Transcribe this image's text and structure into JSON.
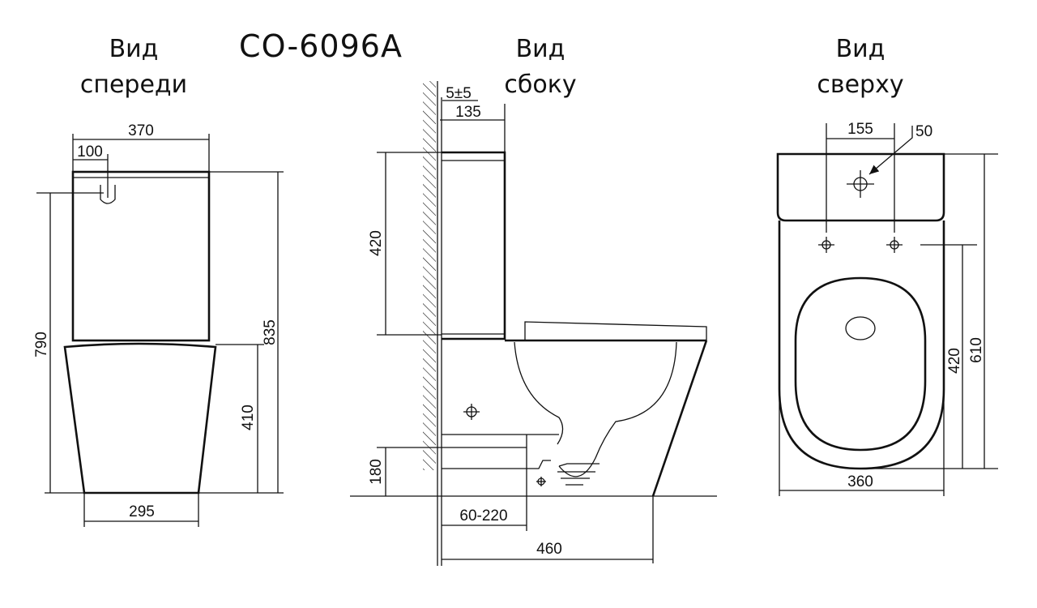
{
  "model": "CO-6096A",
  "views": {
    "front": {
      "title_line1": "Вид",
      "title_line2": "спереди",
      "dims": {
        "width_total": "370",
        "button_offset": "100",
        "height_button": "790",
        "height_total": "835",
        "bowl_height": "410",
        "base_width": "295"
      }
    },
    "side": {
      "title_line1": "Вид",
      "title_line2": "сбоку",
      "dims": {
        "wall_gap": "5±5",
        "tank_depth": "135",
        "tank_height": "420",
        "outlet_height": "180",
        "outlet_distance": "60-220",
        "total_depth": "460"
      }
    },
    "top": {
      "title_line1": "Вид",
      "title_line2": "сверху",
      "dims": {
        "mount_spacing": "155",
        "hole_diameter": "50",
        "mount_to_front": "420",
        "total_length": "610",
        "width": "360"
      }
    }
  }
}
